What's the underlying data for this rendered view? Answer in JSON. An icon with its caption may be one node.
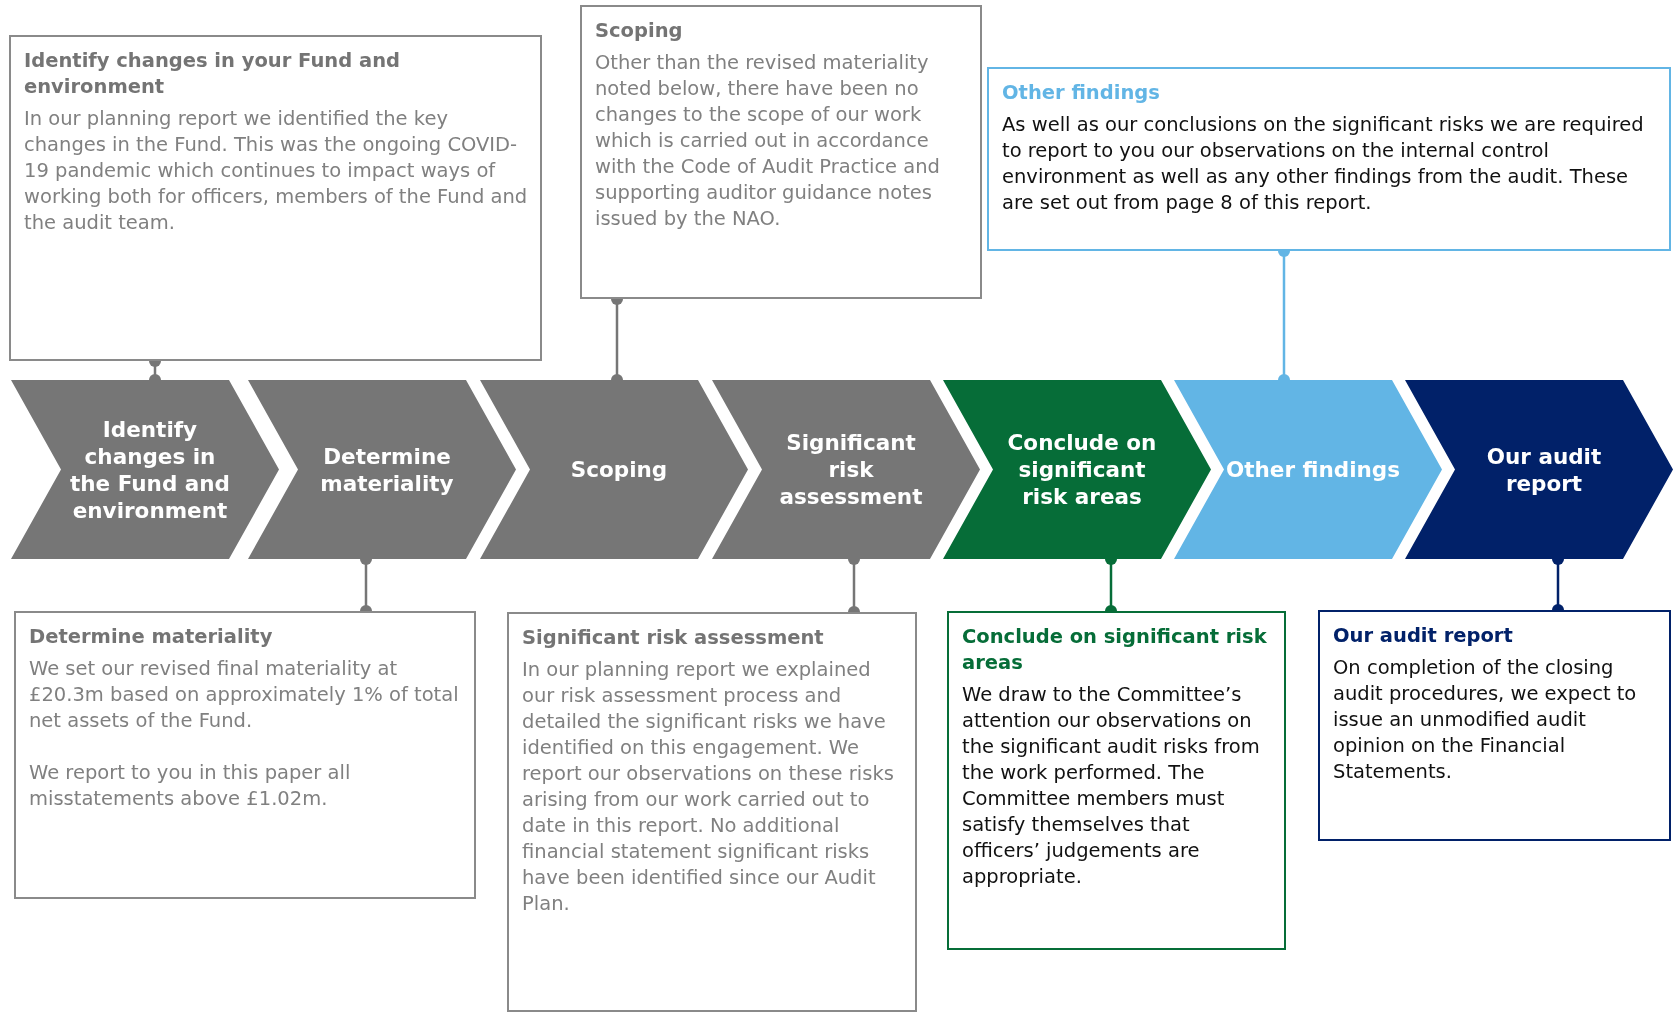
{
  "diagram": {
    "nodes": [
      {
        "text": [
          "Identify changes in your Fund and environment",
          "In our planning report we identified the key changes in the Fund. This was the ongoing COVID-19 pandemic which continues to impact ways of working both for officers, members of the Fund and the audit team."
        ]
      },
      {
        "text": [
          "Scoping",
          "Other than the revised materiality noted below, there have been no changes to the scope of our work which is carried out in accordance with the Code of Audit Practice and supporting auditor guidance notes issued by the NAO."
        ]
      },
      {
        "text": [
          "Other findings",
          "As well as our conclusions on the significant risks we are required to report to you our observations on the internal control environment as well as any other findings from the audit. These are set out from page 8 of this report."
        ]
      },
      {
        "text": [
          "Identify changes in the Fund and environment"
        ]
      },
      {
        "text": [
          "Determine materiality"
        ]
      },
      {
        "text": [
          "Scoping"
        ]
      },
      {
        "text": [
          "Significant risk assessment"
        ]
      },
      {
        "text": [
          "Conclude on significant risk areas"
        ]
      },
      {
        "text": [
          "Other findings"
        ]
      },
      {
        "text": [
          "Our audit report"
        ]
      },
      {
        "text": [
          "Determine materiality",
          "We set our revised final materiality at £20.3m based on approximately 1% of total net assets of the Fund.",
          "We report to you in this paper all misstatements above £1.02m."
        ]
      },
      {
        "text": [
          "Significant risk assessment",
          "In our planning report we explained our risk assessment process and detailed the significant risks we have identified on this engagement. We report our observations on these risks arising from our work carried out to date in this report. No additional financial statement significant risks have been identified since our Audit Plan."
        ]
      },
      {
        "text": [
          "Conclude on significant risk areas",
          "We draw to the Committee’s attention our observations on the significant audit risks from the work performed. The Committee members must satisfy themselves that officers’ judgements are appropriate."
        ]
      },
      {
        "text": [
          "Our audit report",
          "On completion of the closing audit procedures, we expect to issue an unmodified audit opinion on the Financial Statements."
        ]
      }
    ],
    "edges": [
      {
        "from": 0,
        "to": 3,
        "arrow": "other"
      },
      {
        "from": 1,
        "to": 5,
        "arrow": "other"
      },
      {
        "from": 2,
        "to": 8,
        "arrow": "other",
        "color": "#62b5e5"
      },
      {
        "from": 10,
        "to": 4,
        "arrow": "other"
      },
      {
        "from": 11,
        "to": 6,
        "arrow": "other"
      },
      {
        "from": 12,
        "to": 7,
        "arrow": "other",
        "color": "#066d38"
      },
      {
        "from": 13,
        "to": 9,
        "arrow": "other",
        "color": "#012169"
      }
    ]
  }
}
